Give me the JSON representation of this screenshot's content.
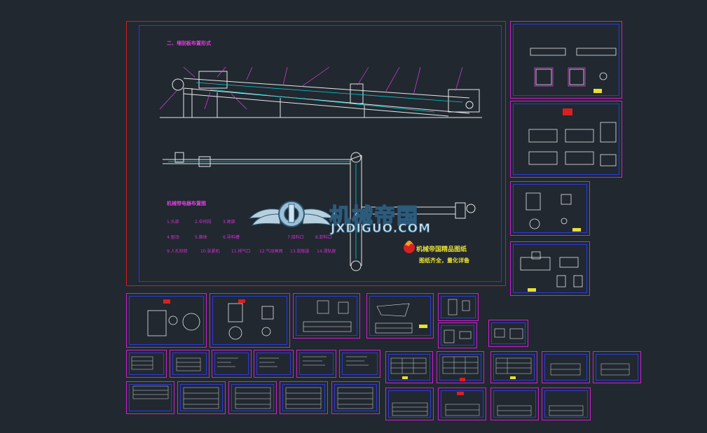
{
  "drawing": {
    "title": "二、埋刮板布置形式",
    "legend_title": "机械带电器布置图",
    "legend_items": [
      "1.头部",
      "2.中间段",
      "3.尾部",
      "4.驱动",
      "5.箱体",
      "6.导料槽",
      "7.接料口",
      "8.卸料口",
      "9.人孔检修",
      "10.张紧机",
      "11.排气口",
      "12.气动闸阀",
      "13.刮板链",
      "14.滑轨座"
    ]
  },
  "watermark": {
    "brand_cn": "机械帝国",
    "brand_en": "JXDIGUO.COM",
    "slogan_line1": "机械帝国精品图纸",
    "slogan_line2": "图纸齐全，量化详备"
  },
  "colors": {
    "background": "#212830",
    "sheet_border": "#d21ed2",
    "main_border": "#d41c1c",
    "inner_border": "#2a3cd8",
    "drawing_line": "#e8e8e8",
    "leader": "#e040e0",
    "accent": "#00d0d0"
  }
}
